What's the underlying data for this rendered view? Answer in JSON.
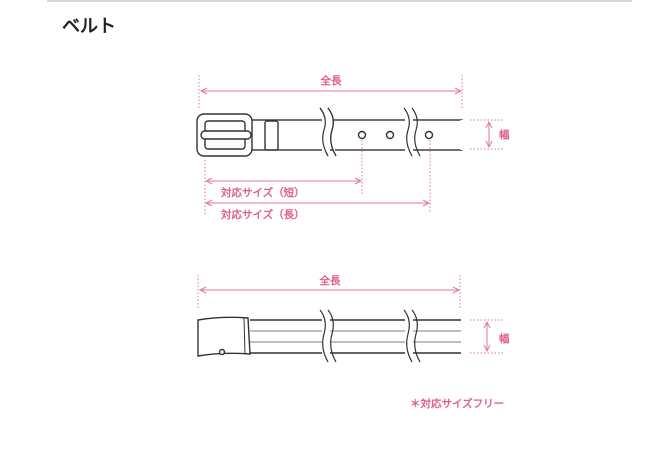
{
  "heading": "ベルト",
  "accent_color": "#e0608a",
  "diagram_top": {
    "total_length": "全長",
    "width": "幅",
    "size_short": "対応サイズ（短）",
    "size_long": "対応サイズ（長）"
  },
  "diagram_bottom": {
    "total_length": "全長",
    "width": "幅",
    "note": "＊対応サイズフリー"
  }
}
